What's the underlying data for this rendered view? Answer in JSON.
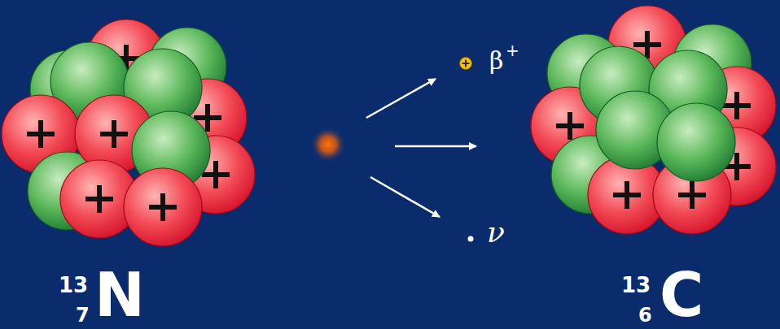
{
  "diagram": {
    "labels": [
      "13",
      "7",
      "N",
      "β",
      "+",
      "ν",
      "13",
      "6",
      "C"
    ]
  }
}
